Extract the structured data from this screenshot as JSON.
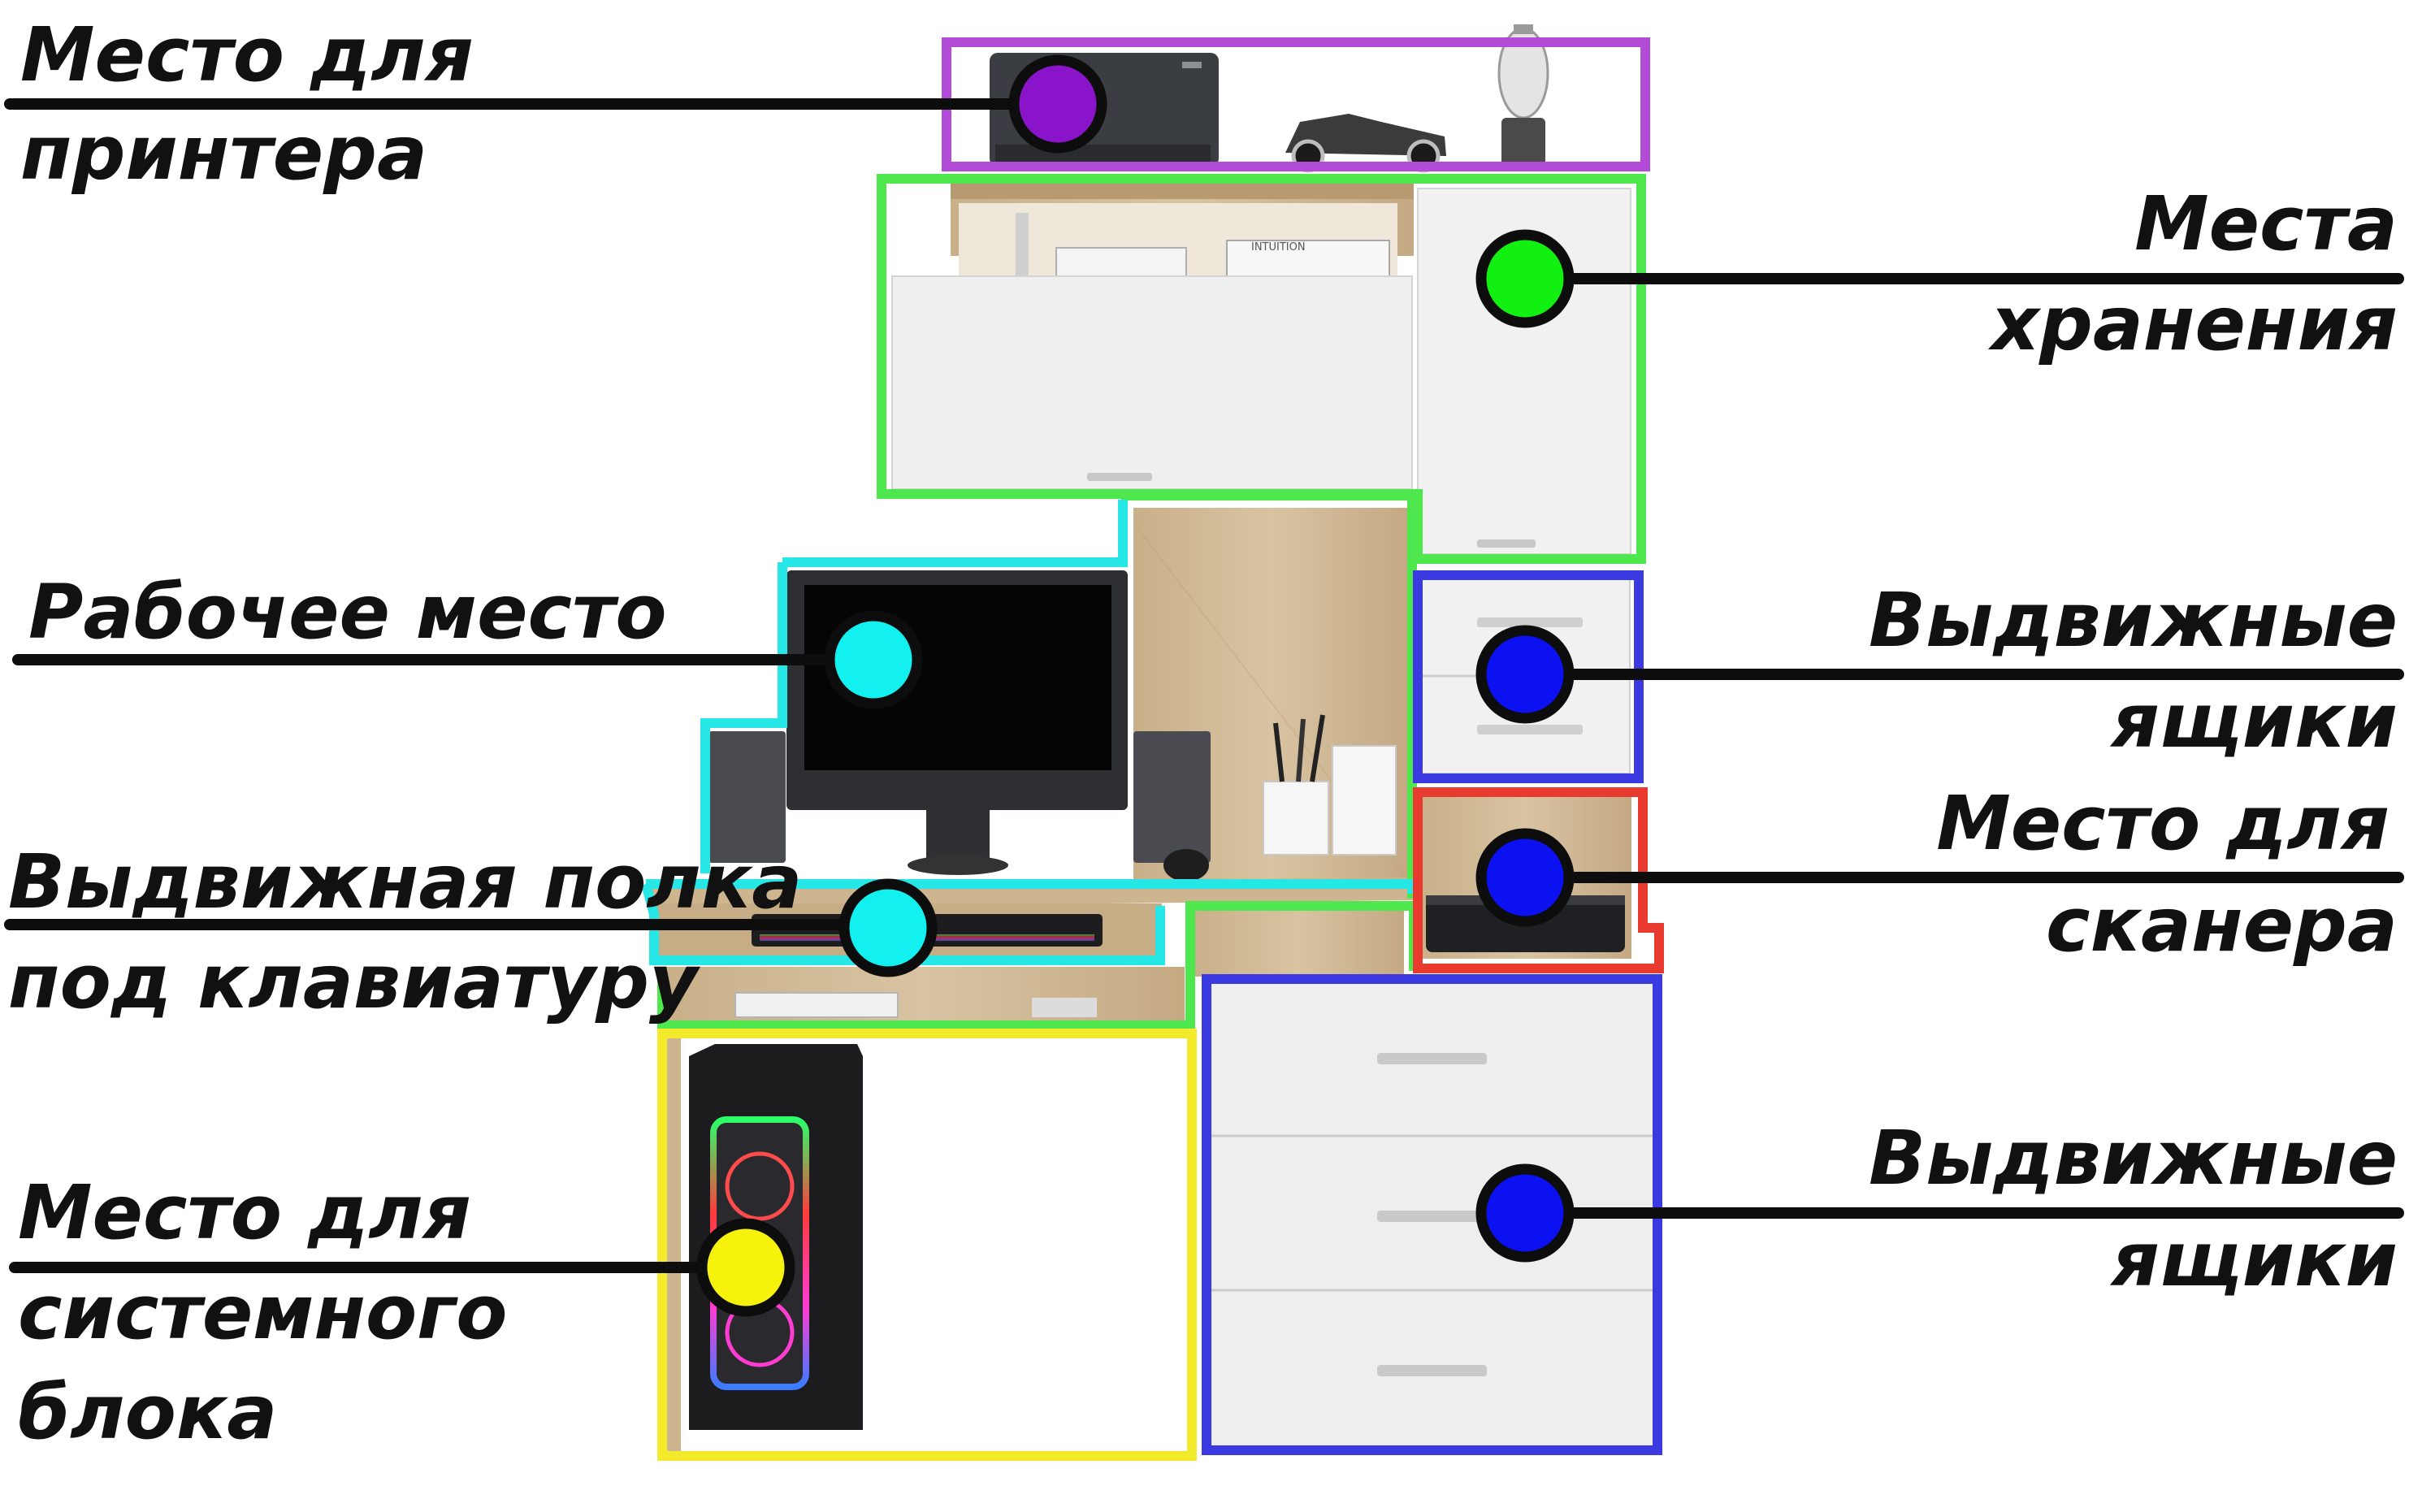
{
  "labels": {
    "printer": [
      "Место для",
      "принтера"
    ],
    "storage": [
      "Места",
      "хранения"
    ],
    "workspace": [
      "Рабочее место"
    ],
    "drawers_top": [
      "Выдвижные",
      "ящики"
    ],
    "scanner": [
      "Место для",
      "сканера"
    ],
    "keyboard_shelf": [
      "Выдвижная полка",
      "под клавиатуру"
    ],
    "system_unit": [
      "Место для",
      "системного",
      "блока"
    ],
    "drawers_bottom": [
      "Выдвижные",
      "ящики"
    ]
  },
  "product_text": {
    "book_spine": "INTUITION"
  },
  "colors": {
    "printer_zone": "#b24bd6",
    "storage_zone": "#4ee84e",
    "workspace_zone": "#27e6e6",
    "drawer_zone": "#3a3ae0",
    "scanner_zone": "#e83a2e",
    "system_zone": "#f2ea2a",
    "marker_printer": "#8a14c9",
    "marker_storage": "#11f011",
    "marker_workspace": "#12f0f0",
    "marker_blue": "#0b11f0",
    "marker_system": "#f7f20c",
    "leader": "#0d0d0d"
  },
  "icons": [
    "printer-icon",
    "monitor-icon",
    "keyboard-icon",
    "pc-tower-icon",
    "scanner-icon",
    "lamp-icon",
    "car-model-icon",
    "speaker-icon",
    "mouse-icon",
    "pencil-cup-icon"
  ]
}
